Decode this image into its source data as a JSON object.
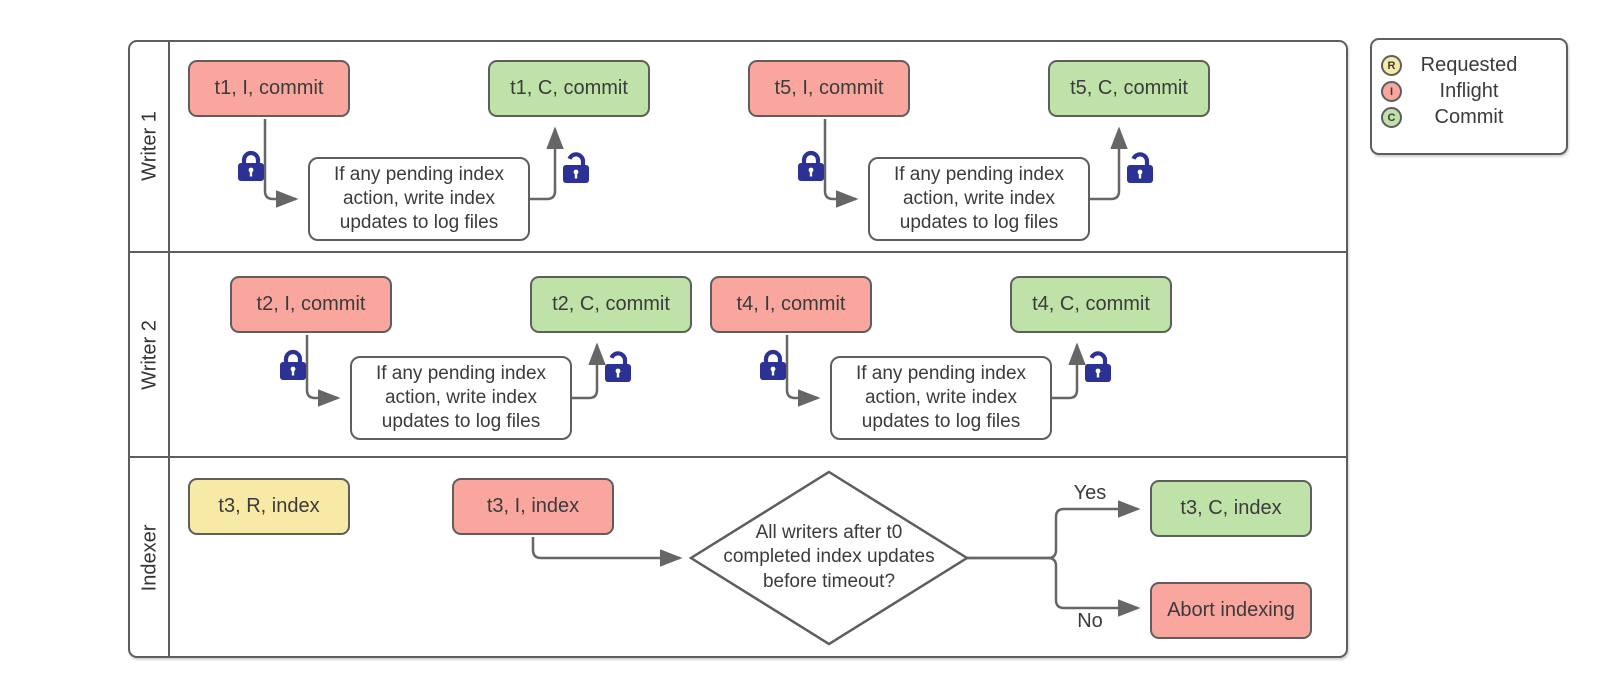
{
  "colors": {
    "requested": "#f7e9a6",
    "inflight": "#f9a69e",
    "commit": "#bfe2a8",
    "lock": "#2b3195",
    "line": "#666666",
    "border": "#5e5e5e",
    "text": "#3b3b3b"
  },
  "lanes": [
    {
      "label": "Writer 1"
    },
    {
      "label": "Writer 2"
    },
    {
      "label": "Indexer"
    }
  ],
  "nodes": {
    "t1i": "t1, I, commit",
    "t1c": "t1, C, commit",
    "t5i": "t5, I, commit",
    "t5c": "t5, C, commit",
    "t2i": "t2, I, commit",
    "t2c": "t2, C, commit",
    "t4i": "t4, I, commit",
    "t4c": "t4, C, commit",
    "t3r": "t3, R, index",
    "t3i": "t3, I, index",
    "t3c": "t3, C, index",
    "abort": "Abort indexing",
    "process": "If any pending index action, write index updates to log files",
    "decision": "All writers after t0 completed index updates before timeout?"
  },
  "branch_labels": {
    "yes": "Yes",
    "no": "No"
  },
  "legend": {
    "items": [
      {
        "badge": "R",
        "label": "Requested"
      },
      {
        "badge": "I",
        "label": "Inflight"
      },
      {
        "badge": "C",
        "label": "Commit"
      }
    ]
  }
}
